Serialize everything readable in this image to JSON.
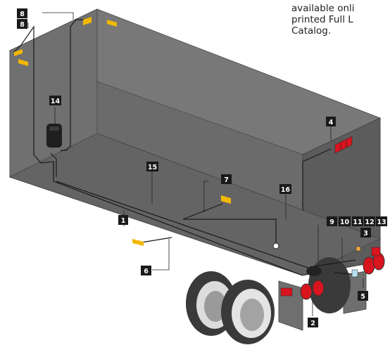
{
  "caption": {
    "line1": "available onli",
    "line2": "printed Full L",
    "line3": "Catalog."
  },
  "labels": {
    "l1": "1",
    "l2": "2",
    "l3": "3",
    "l4": "4",
    "l5": "5",
    "l6": "6",
    "l7": "7",
    "l8a": "8",
    "l8b": "8",
    "l9": "9",
    "l10": "10",
    "l11": "11",
    "l12": "12",
    "l13": "13",
    "l14": "14",
    "l15": "15",
    "l16": "16"
  },
  "colors": {
    "trailer_top": "#767676",
    "trailer_side": "#6a6a6a",
    "trailer_back": "#5f5f5f",
    "marker_amber": "#f2b800",
    "light_red": "#d8141e",
    "label_bg": "#1a1a1a",
    "wire": "#1a1a1a"
  }
}
